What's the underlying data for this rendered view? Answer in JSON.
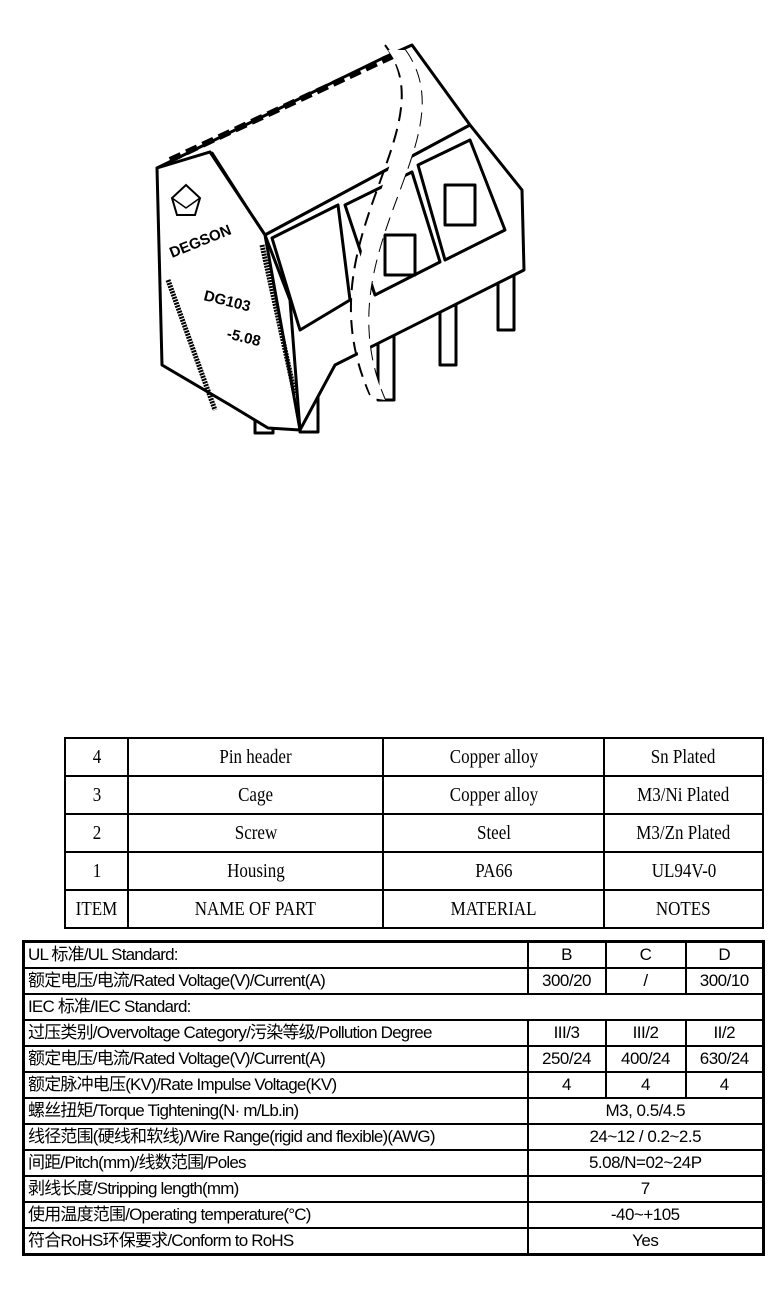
{
  "drawing": {
    "brand_mark": "DEGSON",
    "model_line1": "DG103",
    "model_line2": "-5.08"
  },
  "parts_table": {
    "rows": [
      {
        "item": "4",
        "name": "Pin header",
        "material": "Copper alloy",
        "notes": "Sn Plated"
      },
      {
        "item": "3",
        "name": "Cage",
        "material": "Copper alloy",
        "notes": "M3/Ni Plated"
      },
      {
        "item": "2",
        "name": "Screw",
        "material": "Steel",
        "notes": "M3/Zn Plated"
      },
      {
        "item": "1",
        "name": "Housing",
        "material": "PA66",
        "notes": "UL94V-0"
      }
    ],
    "header": {
      "item": "ITEM",
      "name": "NAME OF PART",
      "material": "MATERIAL",
      "notes": "NOTES"
    }
  },
  "specs_table": {
    "ul_standard": {
      "label": "UL 标准/UL Standard:",
      "cols": [
        "B",
        "C",
        "D"
      ]
    },
    "ul_rated": {
      "label": "额定电压/电流/Rated Voltage(V)/Current(A)",
      "values": [
        "300/20",
        "/",
        "300/10"
      ]
    },
    "iec_standard": {
      "label": "IEC 标准/IEC Standard:"
    },
    "iec_overvoltage": {
      "label": "过压类别/Overvoltage Category/污染等级/Pollution Degree",
      "values": [
        "III/3",
        "III/2",
        "II/2"
      ]
    },
    "iec_rated": {
      "label": "额定电压/电流/Rated Voltage(V)/Current(A)",
      "values": [
        "250/24",
        "400/24",
        "630/24"
      ]
    },
    "iec_impulse": {
      "label": "额定脉冲电压(KV)/Rate Impulse Voltage(KV)",
      "values": [
        "4",
        "4",
        "4"
      ]
    },
    "general": [
      {
        "label": "螺丝扭矩/Torque Tightening(N· m/Lb.in)",
        "value": "M3, 0.5/4.5"
      },
      {
        "label": "线径范围(硬线和软线)/Wire Range(rigid and flexible)(AWG)",
        "value": "24~12 / 0.2~2.5"
      },
      {
        "label": "间距/Pitch(mm)/线数范围/Poles",
        "value": "5.08/N=02~24P"
      },
      {
        "label": "剥线长度/Stripping length(mm)",
        "value": "7"
      },
      {
        "label": "使用温度范围/Operating temperature(°C)",
        "value": "-40~+105"
      },
      {
        "label": "符合RoHS环保要求/Conform to RoHS",
        "value": "Yes"
      }
    ]
  }
}
